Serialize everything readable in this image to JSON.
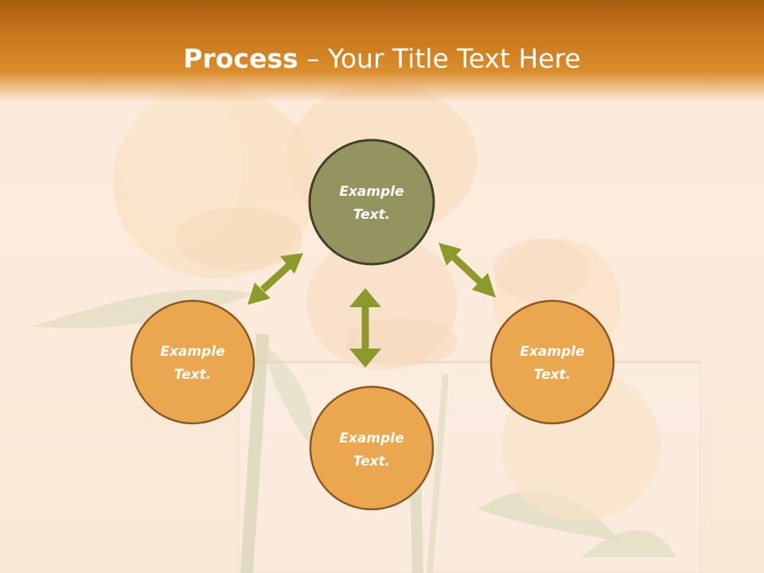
{
  "title": {
    "bold": "Process",
    "rest": " – Your Title Text Here"
  },
  "colors": {
    "header": "#d0801f",
    "center_fill": "#939460",
    "center_stroke": "#3f4228",
    "node_fill": "#eba750",
    "node_stroke": "#8b5a22",
    "arrow": "#8c9a2c",
    "text": "#ffffff"
  },
  "diagram": {
    "center": {
      "line1": "Example",
      "line2": "Text."
    },
    "left": {
      "line1": "Example",
      "line2": "Text."
    },
    "bottom": {
      "line1": "Example",
      "line2": "Text."
    },
    "right": {
      "line1": "Example",
      "line2": "Text."
    }
  },
  "arrows": [
    {
      "icon": "double-arrow-icon",
      "from": "center",
      "to": "left"
    },
    {
      "icon": "double-arrow-icon",
      "from": "center",
      "to": "bottom"
    },
    {
      "icon": "double-arrow-icon",
      "from": "center",
      "to": "right"
    }
  ]
}
